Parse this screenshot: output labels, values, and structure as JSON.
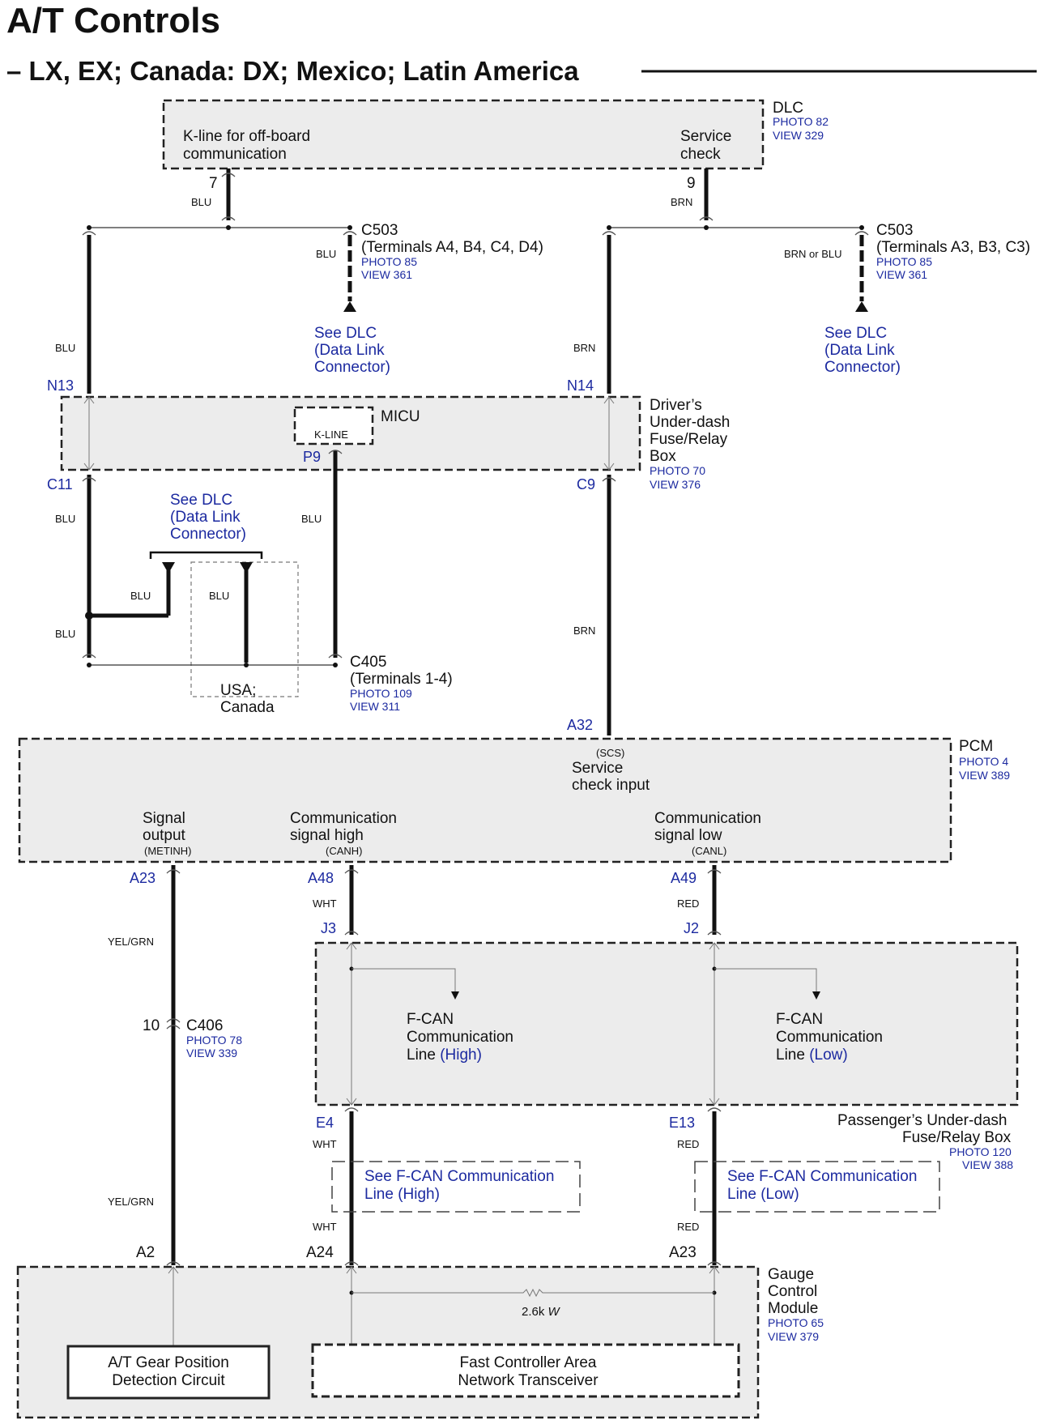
{
  "header": {
    "title": "A/T Controls",
    "subtitle": "– LX, EX; Canada: DX; Mexico; Latin America"
  },
  "dlc": {
    "name": "DLC",
    "photo": "PHOTO 82",
    "view": "VIEW 329",
    "kline_1": "K-line for off-board",
    "kline_2": "communication",
    "service_1": "Service",
    "service_2": "check",
    "pin_left": "7",
    "pin_right": "9"
  },
  "c503_left": {
    "name": "C503",
    "terminals": "(Terminals A4, B4, C4, D4)",
    "photo": "PHOTO 85",
    "view": "VIEW 361"
  },
  "c503_right": {
    "name": "C503",
    "terminals": "(Terminals A3, B3, C3)",
    "photo": "PHOTO 85",
    "view": "VIEW 361"
  },
  "see_dlc": {
    "line1": "See DLC",
    "line2": "(Data Link",
    "line3": "Connector)"
  },
  "fuse_box": {
    "line1": "Driver’s",
    "line2": "Under-dash",
    "line3": "Fuse/Relay",
    "line4": "Box",
    "photo": "PHOTO 70",
    "view": "VIEW 376",
    "micu": "MICU",
    "kline": "K-LINE",
    "pin_n13": "N13",
    "pin_n14": "N14",
    "pin_c11": "C11",
    "pin_c9": "C9",
    "pin_p9": "P9"
  },
  "c405": {
    "name": "C405",
    "terminals": "(Terminals 1-4)",
    "photo": "PHOTO 109",
    "view": "VIEW 311",
    "region_1": "USA;",
    "region_2": "Canada"
  },
  "pcm": {
    "name": "PCM",
    "photo": "PHOTO 4",
    "view": "VIEW 389",
    "scs": "(SCS)",
    "service_1": "Service",
    "service_2": "check input",
    "sig_out_1": "Signal",
    "sig_out_2": "output",
    "sig_out_code": "(METINH)",
    "canh_1": "Communication",
    "canh_2": "signal high",
    "canh_code": "(CANH)",
    "canl_1": "Communication",
    "canl_2": "signal low",
    "canl_code": "(CANL)",
    "pin_a32": "A32",
    "pin_a23": "A23",
    "pin_a48": "A48",
    "pin_a49": "A49"
  },
  "pass_box": {
    "line1": "Passenger’s Under-dash",
    "line2": "Fuse/Relay Box",
    "photo": "PHOTO 120",
    "view": "VIEW 388",
    "fcan_1": "F-CAN",
    "fcan_2": "Communication",
    "fcan_3": "Line",
    "high": "(High)",
    "low": "(Low)",
    "pin_j3": "J3",
    "pin_j2": "J2",
    "pin_e4": "E4",
    "pin_e13": "E13"
  },
  "see_fcan": {
    "high_1": "See F-CAN Communication",
    "high_2": "Line (High)",
    "low_1": "See F-CAN Communication",
    "low_2": "Line (Low)"
  },
  "c406": {
    "name": "C406",
    "pin": "10",
    "photo": "PHOTO 78",
    "view": "VIEW 339"
  },
  "gauge": {
    "line1": "Gauge",
    "line2": "Control",
    "line3": "Module",
    "photo": "PHOTO 65",
    "view": "VIEW 379",
    "pin_a2": "A2",
    "pin_a24": "A24",
    "pin_a23": "A23",
    "resistor": "2.6k",
    "resistor_unit": "W",
    "at_gear_1": "A/T Gear Position",
    "at_gear_2": "Detection Circuit",
    "fcan_tx_1": "Fast Controller Area",
    "fcan_tx_2": "Network Transceiver"
  },
  "wires": {
    "blu": "BLU",
    "brn": "BRN",
    "brn_or_blu": "BRN or BLU",
    "yel_grn": "YEL/GRN",
    "wht": "WHT",
    "red": "RED"
  }
}
